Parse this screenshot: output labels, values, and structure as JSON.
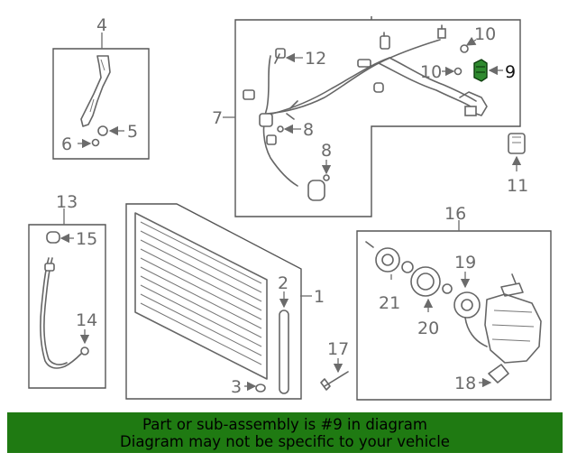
{
  "callouts": {
    "c1": "1",
    "c2": "2",
    "c3": "3",
    "c4": "4",
    "c5": "5",
    "c6": "6",
    "c7": "7",
    "c8a": "8",
    "c8b": "8",
    "c9": "9",
    "c10a": "10",
    "c10b": "10",
    "c11": "11",
    "c12": "12",
    "c13": "13",
    "c14": "14",
    "c15": "15",
    "c16": "16",
    "c17": "17",
    "c18": "18",
    "c19": "19",
    "c20": "20",
    "c21": "21"
  },
  "highlight": {
    "part_number": "9",
    "color": "#2f8a2f"
  },
  "banner": {
    "line1": "Part or sub-assembly is #9 in diagram",
    "line2": "Diagram may not be specific to your vehicle",
    "background": "#1f7a12"
  }
}
